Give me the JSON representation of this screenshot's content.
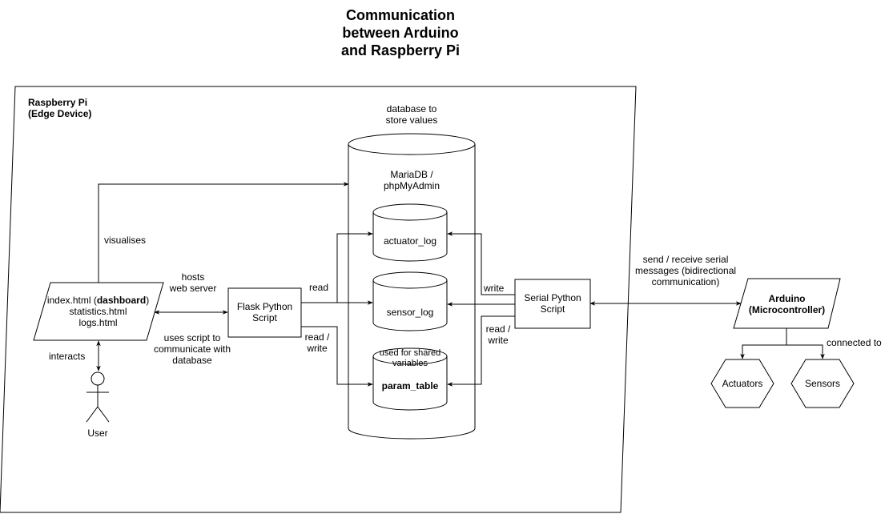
{
  "title": "Communication\nbetween Arduino\nand Raspberry Pi",
  "container": {
    "label": "Raspberry Pi\n(Edge Device)"
  },
  "database": {
    "caption": "database to\nstore values",
    "name": "MariaDB /\nphpMyAdmin",
    "tables": {
      "actuator_log": "actuator_log",
      "sensor_log": "sensor_log",
      "param_table": "param_table",
      "param_note": "used for shared\nvariables"
    }
  },
  "pages": {
    "line1_prefix": "index.html (",
    "line1_bold": "dashboard",
    "line1_suffix": ")",
    "line2": "statistics.html",
    "line3": "logs.html"
  },
  "flask": "Flask Python\nScript",
  "serial": "Serial Python\nScript",
  "user": "User",
  "arduino": "Arduino\n(Microcontroller)",
  "actuators": "Actuators",
  "sensors": "Sensors",
  "edges": {
    "visualises": "visualises",
    "hosts": "hosts\nweb server",
    "uses_script": "uses script to\ncommunicate with\ndatabase",
    "interacts": "interacts",
    "read": "read",
    "read_write_flask": "read /\nwrite",
    "write": "write",
    "read_write_serial": "read /\nwrite",
    "send_receive": "send / receive serial\nmessages (bidirectional\ncommunication)",
    "connected_to": "connected to"
  }
}
